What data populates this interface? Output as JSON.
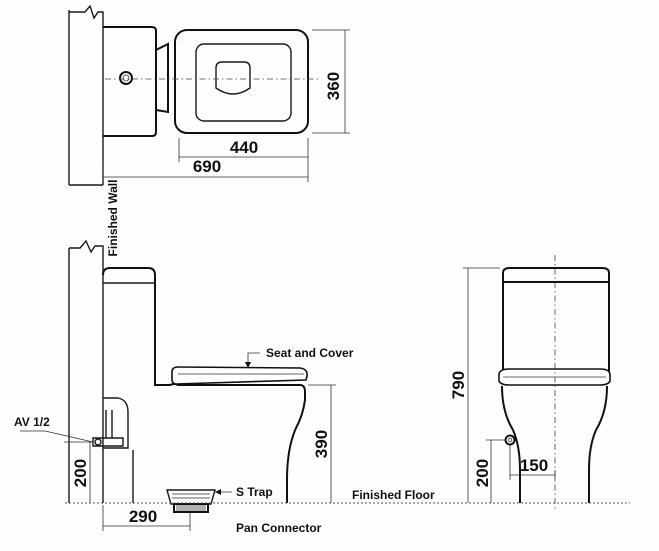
{
  "dimensions": {
    "top_depth": "690",
    "top_bowl_length": "440",
    "top_width": "360",
    "side_seat_height": "390",
    "side_valve_height": "200",
    "side_outlet_offset": "290",
    "front_height": "790",
    "front_inlet_height": "200",
    "front_inlet_offset": "150"
  },
  "labels": {
    "finished_wall": "Finished Wall",
    "seat_and_cover": "Seat and Cover",
    "av_valve": "AV 1/2",
    "finished_floor": "Finished Floor",
    "s_trap_line1": "S Trap",
    "s_trap_line2": "Pan Connector"
  }
}
